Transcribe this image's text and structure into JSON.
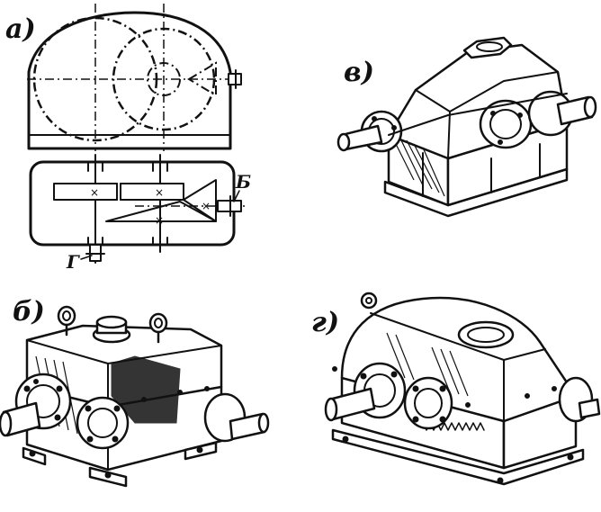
{
  "panels": {
    "a": {
      "label": "а)",
      "callout_b": "Б",
      "callout_g": "Г"
    },
    "b": {
      "label": "б)"
    },
    "v": {
      "label": "в)"
    },
    "g": {
      "label": "г)"
    }
  }
}
